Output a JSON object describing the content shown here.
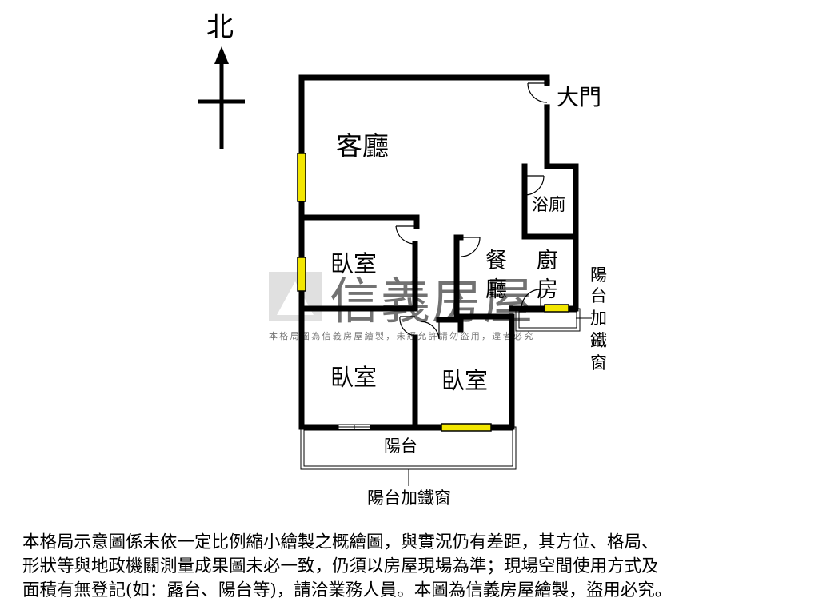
{
  "compass": {
    "north_label": "北"
  },
  "rooms": {
    "living_room": "客廳",
    "bath": "浴廁",
    "bedroom_1": "臥室",
    "bedroom_2": "臥室",
    "bedroom_3": "臥室",
    "dining_1": "餐",
    "dining_2": "廳",
    "kitchen_1": "廚",
    "kitchen_2": "房",
    "balcony": "陽台"
  },
  "labels": {
    "main_door": "大門",
    "balcony_iron_window_1": "陽",
    "balcony_iron_window_2": "台",
    "balcony_iron_window_3": "加",
    "balcony_iron_window_4": "鐵",
    "balcony_iron_window_5": "窗",
    "balcony_iron_window_bottom": "陽台加鐵窗"
  },
  "watermark": {
    "brand": "信義房屋",
    "note": "本格局圖為信義房屋繪製，未經允許請勿盜用，違者必究"
  },
  "disclaimer": {
    "line1": "本格局示意圖係未依一定比例縮小繪製之概繪圖，與實況仍有差距，其方位、格局、",
    "line2": "形狀等與地政機關測量成果圖未必一致，仍須以房屋現場為準；現場空間使用方式及",
    "line3": "面積有無登記(如：露台、陽台等)，請洽業務人員。本圖為信義房屋繪製，盜用必究。"
  },
  "colors": {
    "wall": "#000000",
    "window": "#f2e600",
    "watermark": "#c9c9c9"
  }
}
